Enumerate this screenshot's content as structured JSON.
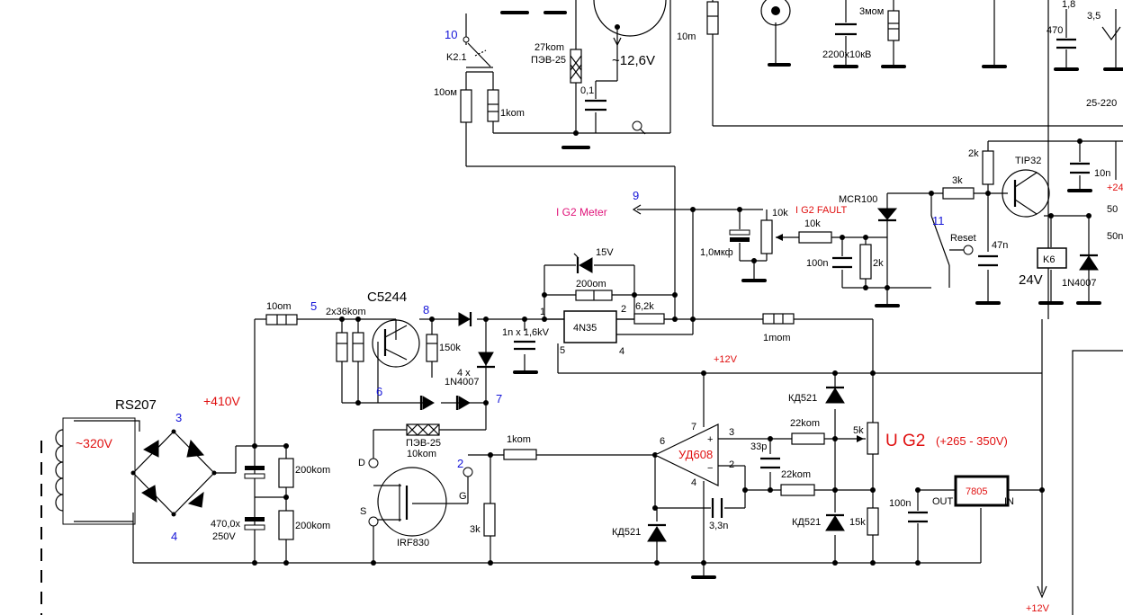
{
  "labels": {
    "rs207": "RS207",
    "v320": "~320V",
    "v410": "+410V",
    "n3": "3",
    "n4": "4",
    "n5": "5",
    "n6": "6",
    "n7": "7",
    "n8": "8",
    "n2": "2",
    "n9": "9",
    "n10": "10",
    "n11": "11",
    "r10om_top": "10om",
    "r10om_left": "10ом",
    "r10m_right": "10m",
    "k21": "K2.1",
    "r1kom_top": "1kom",
    "r27kom": "27kom",
    "pev25_top": "ПЭВ-25",
    "c01": "0,1",
    "v126": "~12,6V",
    "c2200": "2200x10кВ",
    "r3mom": "3мом",
    "v18": "1,8",
    "v35": "3,5",
    "c470": "470",
    "v25220": "25-220",
    "c470x": "470,0x",
    "v250": "250V",
    "r200kom1": "200kom",
    "r200kom2": "200kom",
    "r2x36": "2x36kom",
    "c5244": "C5244",
    "r150k": "150k",
    "d4x": "4 x",
    "d1n4007": "1N4007",
    "pev25_mid": "ПЭВ-25",
    "r10kom": "10kom",
    "pin_d": "D",
    "pin_s": "S",
    "pin_g": "G",
    "irf830": "IRF830",
    "r3k_bottom": "3k",
    "r1kom_mid": "1kom",
    "c1n": "1n x 1,6kV",
    "z15v": "15V",
    "r200om": "200om",
    "r62k": "6,2k",
    "u4n35": "4N35",
    "p1": "1",
    "p2": "2",
    "p4": "4",
    "p5": "5",
    "r1mom": "1mom",
    "v12": "+12V",
    "ig2_meter": "I G2  Meter",
    "r10k_pot": "10k",
    "r10k": "10k",
    "c1mkf": "1,0мкф",
    "c100n_mid": "100n",
    "r2k_mid": "2k",
    "ig2_fault": "I G2  FAULT",
    "mcr100": "MCR100",
    "r3k_top": "3k",
    "r2k_top": "2k",
    "tip32": "TIP32",
    "c10n": "10n",
    "v24_partial": "+24",
    "c50_1": "50",
    "c50_2": "50n",
    "c47n": "47n",
    "reset": "Reset",
    "k6": "K6",
    "v24": "24V",
    "d1n4007_k": "1N4007",
    "kd521_top": "КД521",
    "kd521_mid": "КД521",
    "kd521_left": "КД521",
    "r22kom1": "22kom",
    "r22kom2": "22kom",
    "c33p": "33p",
    "c33n": "3,3n",
    "ud608": "УД608",
    "op7": "7",
    "op6": "6",
    "op4": "4",
    "op3": "3",
    "op2": "2",
    "opplus": "+",
    "opminus": "−",
    "r5k": "5k",
    "r15k": "15k",
    "ug2": "U G2",
    "ug2_range": "(+265 - 350V)",
    "c100n_reg": "100n",
    "out": "OUT",
    "in": "IN",
    "u7805": "7805",
    "v12_bottom": "+12V"
  }
}
